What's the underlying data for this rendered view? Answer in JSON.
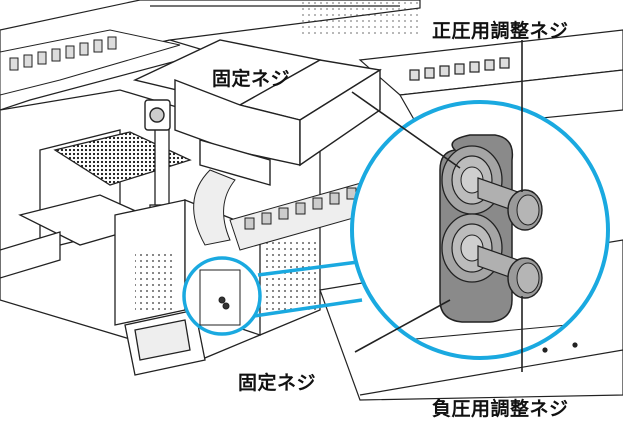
{
  "labels": {
    "positive_pressure_screw": "正圧用調整ネジ",
    "fixing_screw_top": "固定ネジ",
    "fixing_screw_bottom": "固定ネジ",
    "negative_pressure_screw": "負圧用調整ネジ"
  },
  "colors": {
    "highlight": "#1aa9e0",
    "line": "#222222",
    "plate": "#8a8a8a",
    "plate_light": "#b8b8b8",
    "knob": "#9a9a9a",
    "machine_fill": "#ffffff"
  }
}
